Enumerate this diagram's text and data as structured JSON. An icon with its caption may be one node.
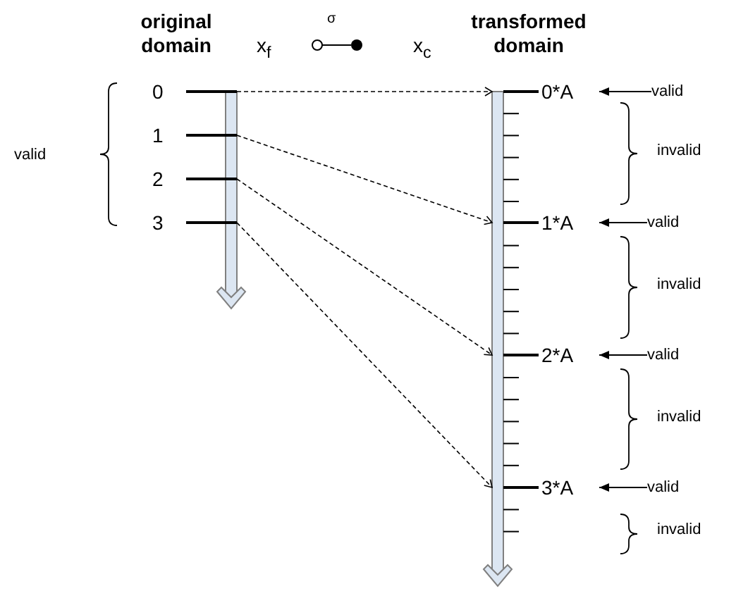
{
  "diagram": {
    "nodes": [
      {
        "text": [
          "0"
        ]
      },
      {
        "text": [
          "1"
        ]
      },
      {
        "text": [
          "2"
        ]
      },
      {
        "text": [
          "3"
        ]
      },
      {
        "text": [
          "0*A"
        ]
      },
      {
        "text": [
          "1*A"
        ]
      },
      {
        "text": [
          "2*A"
        ]
      },
      {
        "text": [
          "3*A"
        ]
      },
      {
        "text": [
          "valid"
        ]
      },
      {
        "text": [
          "valid"
        ]
      },
      {
        "text": [
          "valid"
        ]
      },
      {
        "text": [
          "valid"
        ]
      }
    ],
    "edges": [
      {
        "from": 0,
        "to": 4,
        "arrow": "to",
        "style": "dashed"
      },
      {
        "from": 1,
        "to": 5,
        "arrow": "to",
        "style": "dashed"
      },
      {
        "from": 2,
        "to": 6,
        "arrow": "to",
        "style": "dashed"
      },
      {
        "from": 3,
        "to": 7,
        "arrow": "to",
        "style": "dashed"
      },
      {
        "from": 8,
        "to": 4,
        "arrow": "to"
      },
      {
        "from": 9,
        "to": 5,
        "arrow": "to"
      },
      {
        "from": 10,
        "to": 6,
        "arrow": "to"
      },
      {
        "from": 11,
        "to": 7,
        "arrow": "to"
      }
    ],
    "labels": [
      "original domain",
      "x$_{f}$",
      "σ",
      "x$_{c}$",
      "transformed domain",
      "valid",
      "invalid",
      "invalid",
      "invalid",
      "invalid"
    ]
  }
}
